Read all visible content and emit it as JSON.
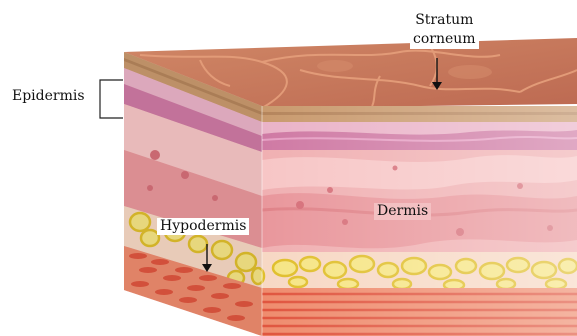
{
  "labels": {
    "stratum_line1": "Stratum",
    "stratum_line2": "corneum",
    "epidermis": "Epidermis",
    "dermis": "Dermis",
    "hypodermis": "Hypodermis"
  },
  "colors": {
    "surface_top": "#c9785e",
    "surface_pattern": "#d9906f",
    "stratum_band": "#c99a6e",
    "epidermis_pink": "#e7a7c0",
    "epidermis_magenta": "#c9709c",
    "dermis_light": "#f2b8b9",
    "dermis_mid": "#eca1a4",
    "dermis_dark": "#e3888f",
    "fat_yellow": "#f4e27a",
    "fat_outline": "#e2c330",
    "muscle_red": "#e86a56",
    "muscle_orange": "#f19a72",
    "side_shade": "#000000"
  }
}
